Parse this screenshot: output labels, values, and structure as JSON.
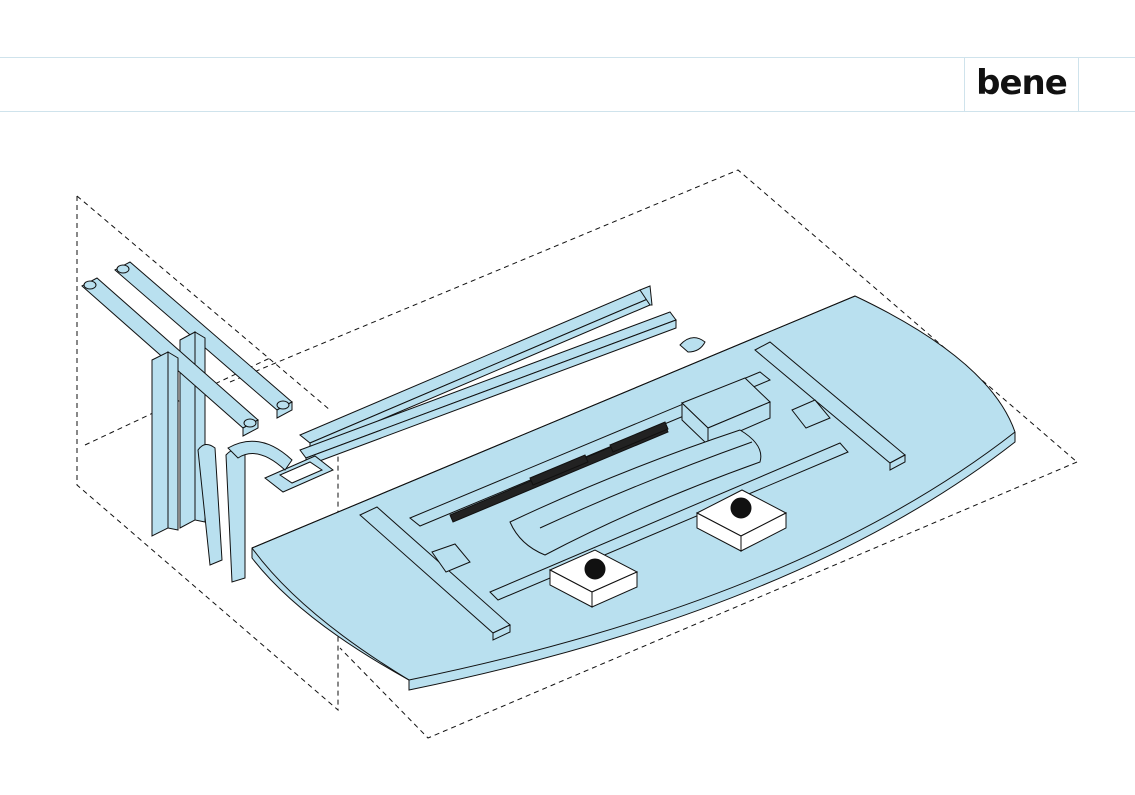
{
  "header": {
    "logo_text": "bene"
  },
  "colors": {
    "part_fill": "#b9e0ef",
    "outline": "#111111",
    "header_rule": "#cfe3ec",
    "background": "#ffffff"
  },
  "diagram": {
    "subject": "exploded-view-table-assembly",
    "parts": [
      "leg-frame",
      "leg-frame",
      "cable-chain",
      "cable-tray",
      "cross-rail",
      "cross-rail",
      "control-box",
      "table-top",
      "cable-cover",
      "foot-pad",
      "foot-pad"
    ]
  }
}
